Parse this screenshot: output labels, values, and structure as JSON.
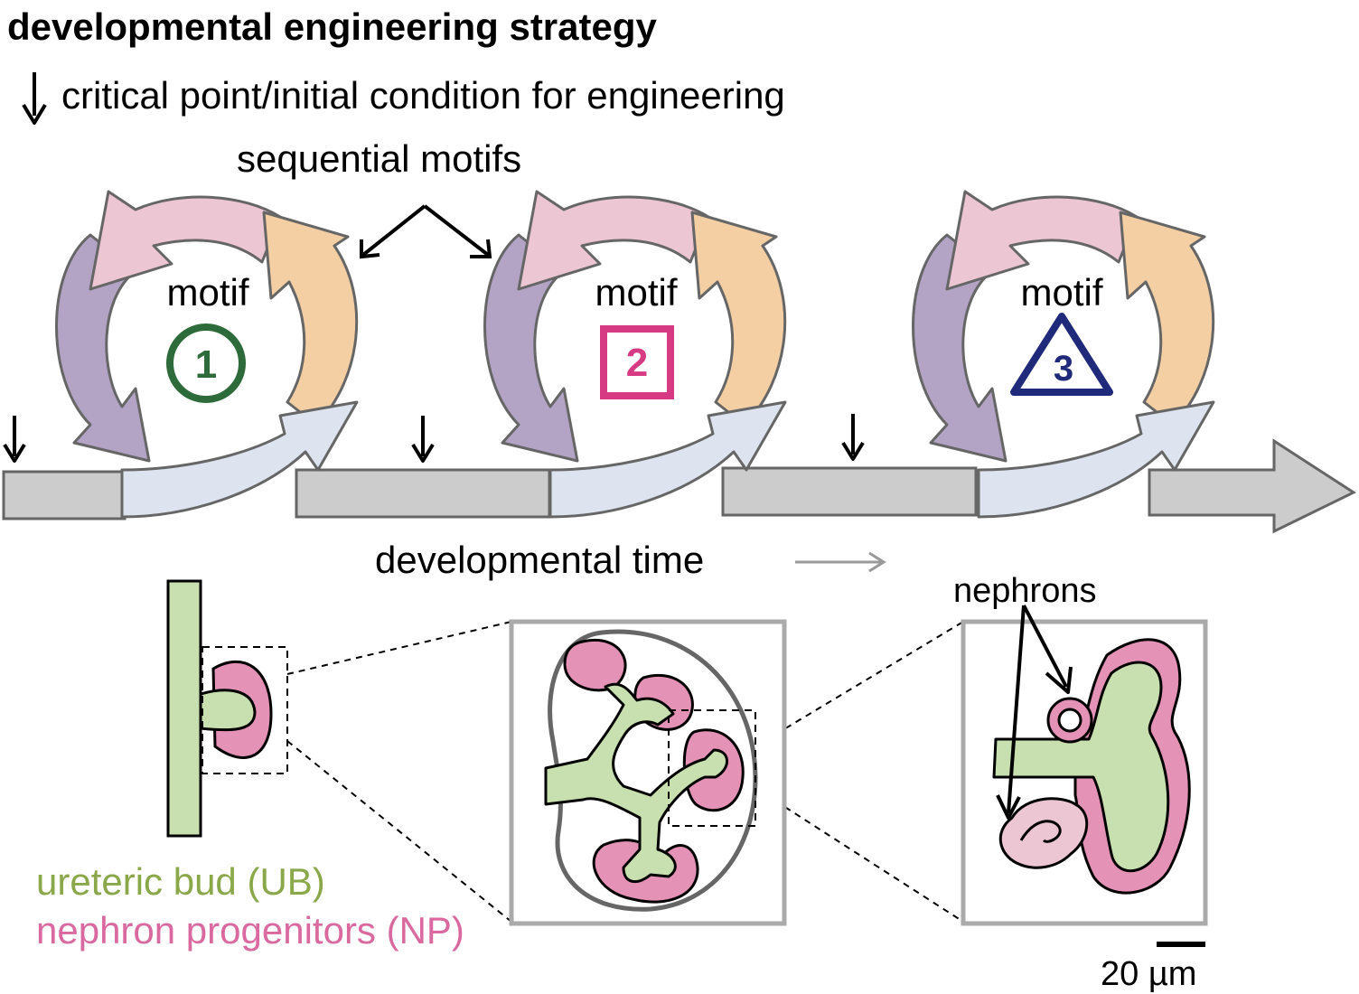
{
  "title": "developmental engineering strategy",
  "legend_text": "critical point/initial condition for engineering",
  "sequential_label": "sequential motifs",
  "motif_word": "motif",
  "motifs": [
    {
      "number": "1",
      "symbol": "circle",
      "color": "#2e6b3a"
    },
    {
      "number": "2",
      "symbol": "square",
      "color": "#d63a83"
    },
    {
      "number": "3",
      "symbol": "triangle",
      "color": "#1f2a7a"
    }
  ],
  "time_label": "developmental time",
  "nephrons_label": "nephrons",
  "ub_label": "ureteric bud (UB)",
  "np_label": "nephron progenitors (NP)",
  "scale_label": "20 µm",
  "colors": {
    "pink_arrow": "#ecc6d3",
    "orange_arrow": "#f3cfa3",
    "purple_arrow": "#b3a4c6",
    "blue_arrow": "#dde4ef",
    "timeline": "#cccccc",
    "ub_green": "#c8e0b0",
    "np_pink": "#e493b7",
    "ub_text": "#8aa84a",
    "np_text": "#d9699f"
  }
}
